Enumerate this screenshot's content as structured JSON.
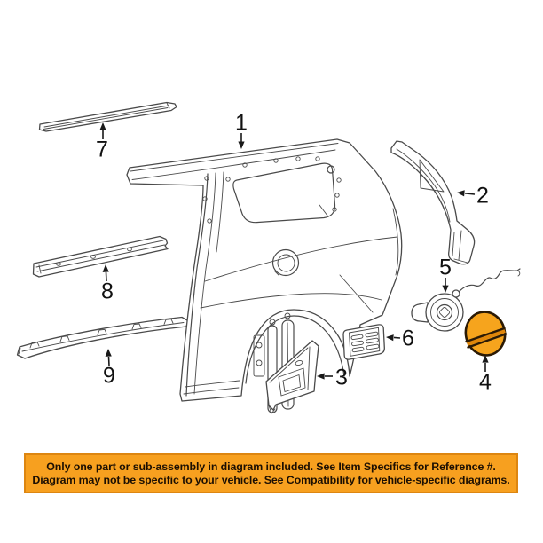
{
  "figure": {
    "background_color": "#ffffff",
    "line_color": "#4a4a4a",
    "label_color": "#111111",
    "highlight_color": "#f6a41d",
    "highlight_stripe_color": "#2b1a05",
    "part_labels": [
      {
        "text": "1"
      },
      {
        "text": "2"
      },
      {
        "text": "3"
      },
      {
        "text": "4"
      },
      {
        "text": "5"
      },
      {
        "text": "6"
      },
      {
        "text": "7"
      },
      {
        "text": "8"
      },
      {
        "text": "9"
      }
    ]
  },
  "banner": {
    "background_color": "#f7a01f",
    "border_color": "#dd8611",
    "text_color": "#1c0f02",
    "line1": "Only one part or sub-assembly in diagram included. See Item Specifics for Reference #.",
    "line2": "Diagram may not be specific to your vehicle. See Compatibility for vehicle-specific diagrams."
  }
}
